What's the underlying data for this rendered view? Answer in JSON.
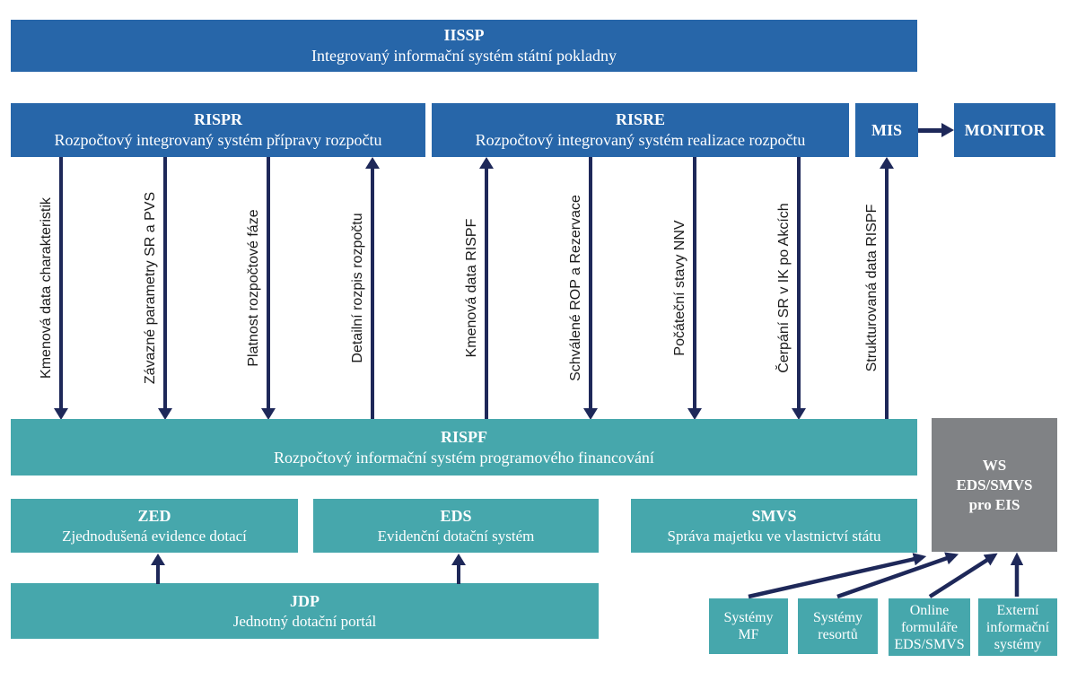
{
  "boxes": {
    "iissp": {
      "title": "IISSP",
      "subtitle": "Integrovaný informační systém státní pokladny"
    },
    "rispr": {
      "title": "RISPR",
      "subtitle": "Rozpočtový integrovaný systém přípravy rozpočtu"
    },
    "risre": {
      "title": "RISRE",
      "subtitle": "Rozpočtový integrovaný systém realizace rozpočtu"
    },
    "mis": {
      "title": "MIS"
    },
    "monitor": {
      "title": "MONITOR"
    },
    "rispf": {
      "title": "RISPF",
      "subtitle": "Rozpočtový informační systém programového financování"
    },
    "ws_eds_smvs": {
      "lines": [
        "WS",
        "EDS/SMVS",
        "pro EIS"
      ]
    },
    "zed": {
      "title": "ZED",
      "subtitle": "Zjednodušená evidence dotací"
    },
    "eds": {
      "title": "EDS",
      "subtitle": "Evidenční dotační systém"
    },
    "smvs": {
      "title": "SMVS",
      "subtitle": "Správa majetku ve vlastnictví státu"
    },
    "jdp": {
      "title": "JDP",
      "subtitle": "Jednotný dotační portál"
    }
  },
  "flows": [
    {
      "label": "Kmenová data charakteristik",
      "direction": "down"
    },
    {
      "label": "Závazné parametry SR a PVS",
      "direction": "down"
    },
    {
      "label": "Platnost rozpočtové fáze",
      "direction": "down"
    },
    {
      "label": "Detailní rozpis rozpočtu",
      "direction": "up"
    },
    {
      "label": "Kmenová data RISPF",
      "direction": "up"
    },
    {
      "label": "Schválené ROP a Rezervace",
      "direction": "down"
    },
    {
      "label": "Počáteční stavy NNV",
      "direction": "down"
    },
    {
      "label": "Čerpání SR v IK po Akcích",
      "direction": "down"
    },
    {
      "label": "Strukturovaná data RISPF",
      "direction": "up"
    }
  ],
  "sources": [
    {
      "lines": [
        "Systémy",
        "MF"
      ]
    },
    {
      "lines": [
        "Systémy",
        "resortů"
      ]
    },
    {
      "lines": [
        "Online",
        "formuláře",
        "EDS/SMVS"
      ]
    },
    {
      "lines": [
        "Externí",
        "informační",
        "systémy"
      ]
    }
  ],
  "colors": {
    "blue": "#2766A9",
    "teal": "#46A7AC",
    "gray": "#808285",
    "arrow": "#1E2859",
    "label": "#1a1a1a"
  }
}
